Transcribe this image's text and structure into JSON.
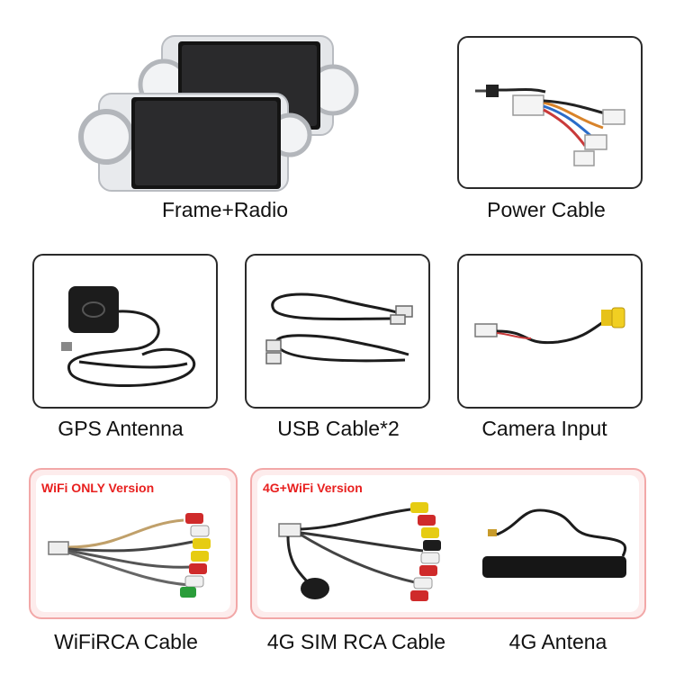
{
  "items": [
    {
      "id": "frame-radio",
      "label": "Frame+Radio"
    },
    {
      "id": "power-cable",
      "label": "Power Cable"
    },
    {
      "id": "gps-antenna",
      "label": "GPS Antenna"
    },
    {
      "id": "usb-cable",
      "label": "USB Cable*2"
    },
    {
      "id": "camera-input",
      "label": "Camera Input"
    },
    {
      "id": "wifi-rca-cable",
      "label": "WiFiRCA Cable"
    },
    {
      "id": "4g-sim-rca-cable",
      "label": "4G SIM RCA Cable"
    },
    {
      "id": "4g-antenna",
      "label": "4G Antena"
    }
  ],
  "versions": {
    "wifi_only": "WiFi ONLY Version",
    "wifi_4g": "4G+WiFi Version"
  },
  "colors": {
    "box_border": "#2a2a2a",
    "version_tag": "#e8201f",
    "version_border": "#f2a8a8",
    "version_fill": "#fdecec"
  }
}
